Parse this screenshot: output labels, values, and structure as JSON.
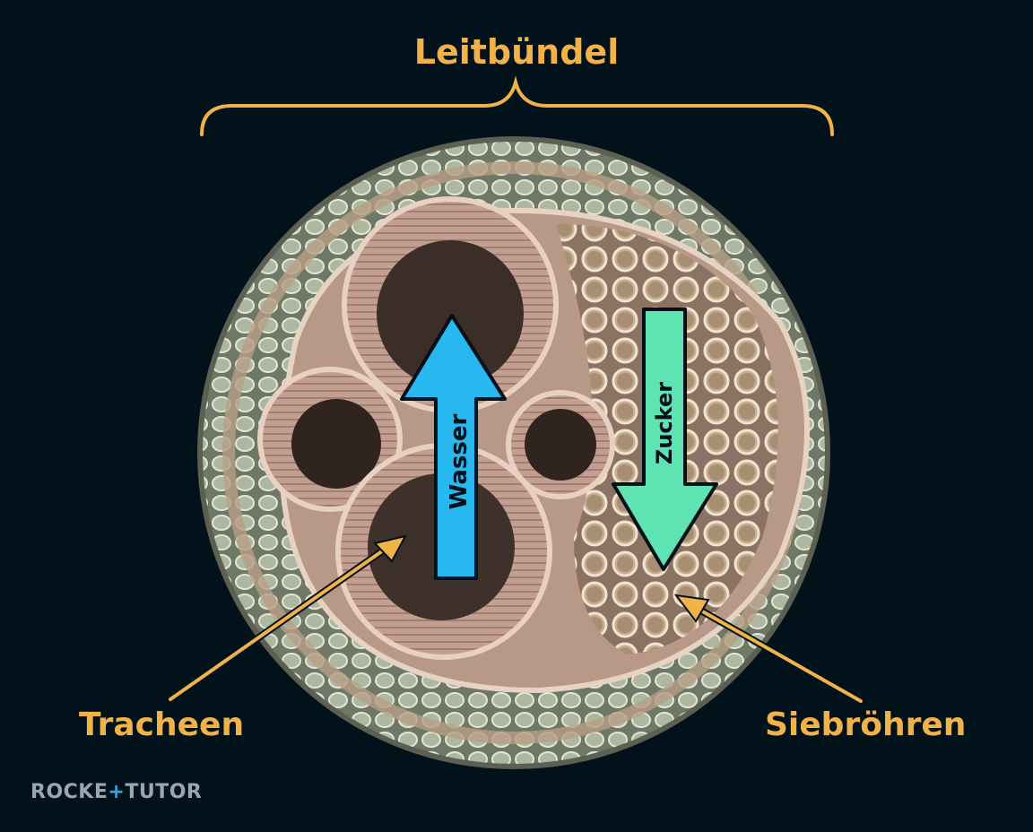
{
  "labels": {
    "title": "Leitbündel",
    "left": "Tracheen",
    "right": "Siebröhren",
    "up_arrow": "Wasser",
    "down_arrow": "Zucker"
  },
  "brand": {
    "before": "ROCKE",
    "symbol": "+",
    "after": "TUTOR"
  },
  "colors": {
    "background": "#02121b",
    "label": "#f1b24a",
    "up_arrow": "#27b8f0",
    "down_arrow": "#5fe3b3",
    "tissue_outer": "#8f9b88",
    "tissue_inner": "#b08c7d"
  },
  "icons": {
    "up_arrow": "arrow-up-icon",
    "down_arrow": "arrow-down-icon",
    "bracket": "curly-brace-icon"
  }
}
